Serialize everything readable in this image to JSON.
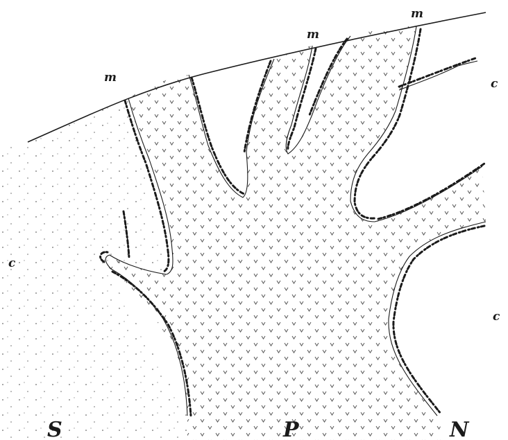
{
  "figure": {
    "labels": {
      "m_left": "m",
      "m_mid": "m",
      "m_right": "m",
      "c_top_right": "c",
      "c_left": "c",
      "c_right": "c",
      "s_bottom": "S",
      "p_bottom": "P",
      "n_bottom": "N"
    },
    "colors": {
      "ink": "#1a1a1a",
      "rock_fill": "#ffffff",
      "intrusion_marks": "#555555",
      "country_dots": "#666666"
    }
  }
}
